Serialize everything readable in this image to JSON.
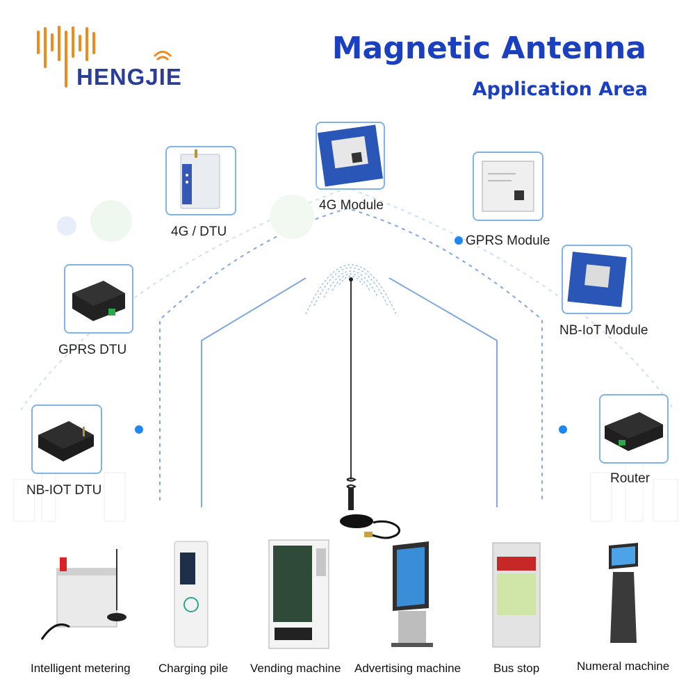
{
  "brand": {
    "name": "HENGJIE"
  },
  "header": {
    "title": "Magnetic Antenna",
    "subtitle": "Application Area"
  },
  "modules": {
    "dtu_4g": "4G / DTU",
    "module_4g": "4G Module",
    "gprs_module": "GPRS Module",
    "gprs_dtu": "GPRS DTU",
    "nbiot_module": "NB-IoT Module",
    "nbiot_dtu": "NB-IOT DTU",
    "router": "Router"
  },
  "applications": [
    "Intelligent metering",
    "Charging pile",
    "Vending machine",
    "Advertising machine",
    "Bus stop",
    "Numeral machine"
  ],
  "colors": {
    "accent": "#1a3fbf",
    "brand_orange": "#f08a1c",
    "brand_blue": "#2b3e97",
    "line": "#7fb3e6",
    "dot": "#1e88f0"
  }
}
